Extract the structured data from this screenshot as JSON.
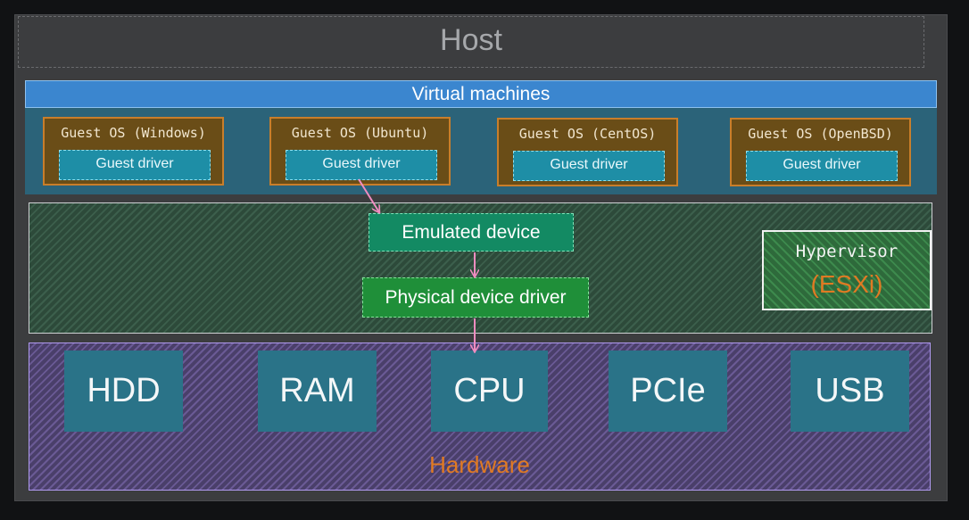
{
  "host": {
    "title": "Host"
  },
  "virtual_machines": {
    "title": "Virtual machines",
    "guests": [
      {
        "title": "Guest OS (Windows)",
        "driver": "Guest driver"
      },
      {
        "title": "Guest OS (Ubuntu)",
        "driver": "Guest driver"
      },
      {
        "title": "Guest OS (CentOS)",
        "driver": "Guest driver"
      },
      {
        "title": "Guest OS (OpenBSD)",
        "driver": "Guest driver"
      }
    ]
  },
  "hypervisor": {
    "emulated_device": "Emulated device",
    "physical_driver": "Physical device driver",
    "label": "Hypervisor",
    "sublabel": "(ESXi)"
  },
  "hardware": {
    "items": [
      "HDD",
      "RAM",
      "CPU",
      "PCIe",
      "USB"
    ],
    "label": "Hardware"
  },
  "colors": {
    "arrow": "#f08cc0",
    "accent_orange": "#e07a23",
    "vm_bar": "#3b86cf"
  }
}
